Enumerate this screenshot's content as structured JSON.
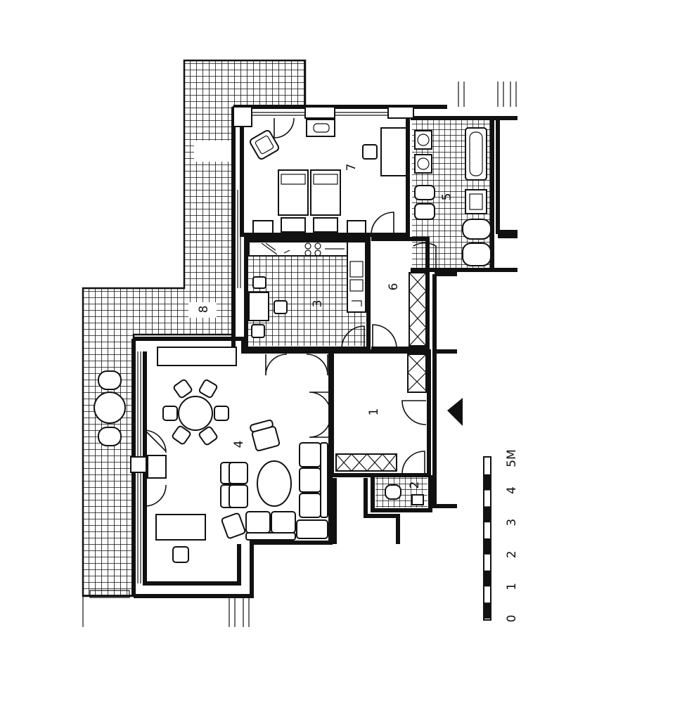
{
  "rooms": [
    {
      "id": "room-1",
      "label": "1"
    },
    {
      "id": "room-2",
      "label": "2"
    },
    {
      "id": "room-3",
      "label": "3"
    },
    {
      "id": "room-4",
      "label": "4"
    },
    {
      "id": "room-5",
      "label": "5"
    },
    {
      "id": "room-6",
      "label": "6"
    },
    {
      "id": "room-7",
      "label": "7"
    },
    {
      "id": "room-8",
      "label": "8"
    }
  ],
  "scale": {
    "ticks": [
      "0",
      "1",
      "2",
      "3",
      "4",
      "5M"
    ]
  }
}
